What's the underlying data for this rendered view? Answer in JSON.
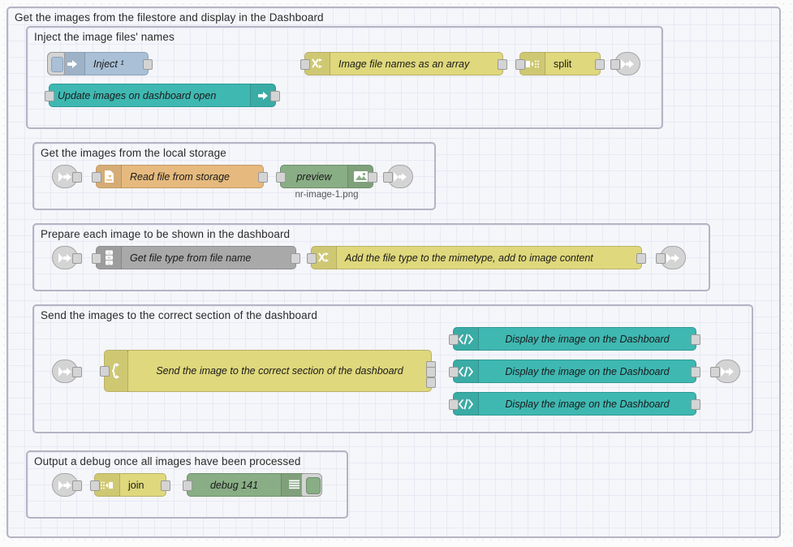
{
  "editor": {
    "name": "node-red-flow-editor",
    "canvas_bg": "#fbfbfc",
    "grid_color": "#e8e9f3"
  },
  "groups": [
    {
      "id": "outer",
      "label": "Get the images from the filestore and display in the Dashboard"
    },
    {
      "id": "inject",
      "label": "Inject the image files' names"
    },
    {
      "id": "storage",
      "label": "Get the images from the local storage"
    },
    {
      "id": "prepare",
      "label": "Prepare each image to be shown in the dashboard"
    },
    {
      "id": "send",
      "label": "Send the images to the correct section of the dashboard"
    },
    {
      "id": "debug",
      "label": "Output a debug once all images have been processed"
    }
  ],
  "nodes": {
    "inject_1": {
      "label": "Inject ¹",
      "icon": "inject-arrow-icon",
      "color": "#a9c0d6"
    },
    "update_images": {
      "label": "Update images on dashboard open",
      "icon": "inject-arrow-icon",
      "color": "#3fb8b2"
    },
    "image_names": {
      "label": "Image file names as an array",
      "icon": "change-shuffle-icon",
      "color": "#dfd87c"
    },
    "split": {
      "label": "split",
      "icon": "split-icon",
      "color": "#dfd87c"
    },
    "link_out_1": {
      "label": "",
      "icon": "link-out-icon",
      "color": "#d4d4d4"
    },
    "link_in_2": {
      "label": "",
      "icon": "link-in-icon",
      "color": "#d4d4d4"
    },
    "read_file": {
      "label": "Read file from storage",
      "icon": "file-read-icon",
      "color": "#e6ba7e"
    },
    "preview": {
      "label": "preview",
      "icon": "image-icon",
      "color": "#89ad85",
      "sublabel": "nr-image-1.png"
    },
    "link_out_2": {
      "label": "",
      "icon": "link-out-icon",
      "color": "#d4d4d4"
    },
    "link_in_3": {
      "label": "",
      "icon": "link-in-icon",
      "color": "#d4d4d4"
    },
    "get_file_type": {
      "label": "Get file type from file name",
      "icon": "abc-template-icon",
      "color": "#a9a9a9"
    },
    "add_mimetype": {
      "label": "Add the file type to the mimetype, add to image content",
      "icon": "change-shuffle-icon",
      "color": "#dfd87c"
    },
    "link_out_3": {
      "label": "",
      "icon": "link-out-icon",
      "color": "#d4d4d4"
    },
    "link_in_4": {
      "label": "",
      "icon": "link-in-icon",
      "color": "#d4d4d4"
    },
    "switch_section": {
      "label": "Send the image to the correct section of the dashboard",
      "icon": "switch-icon",
      "color": "#dfd87c"
    },
    "display_1": {
      "label": "Display the image on the Dashboard",
      "icon": "template-code-icon",
      "color": "#3fb8b2"
    },
    "display_2": {
      "label": "Display the image on the Dashboard",
      "icon": "template-code-icon",
      "color": "#3fb8b2"
    },
    "display_3": {
      "label": "Display the image on the Dashboard",
      "icon": "template-code-icon",
      "color": "#3fb8b2"
    },
    "link_out_4": {
      "label": "",
      "icon": "link-out-icon",
      "color": "#d4d4d4"
    },
    "link_in_5": {
      "label": "",
      "icon": "link-in-icon",
      "color": "#d4d4d4"
    },
    "join": {
      "label": "join",
      "icon": "join-icon",
      "color": "#dfd87c"
    },
    "debug_141": {
      "label": "debug 141",
      "icon": "debug-lines-icon",
      "color": "#89ad85"
    }
  }
}
